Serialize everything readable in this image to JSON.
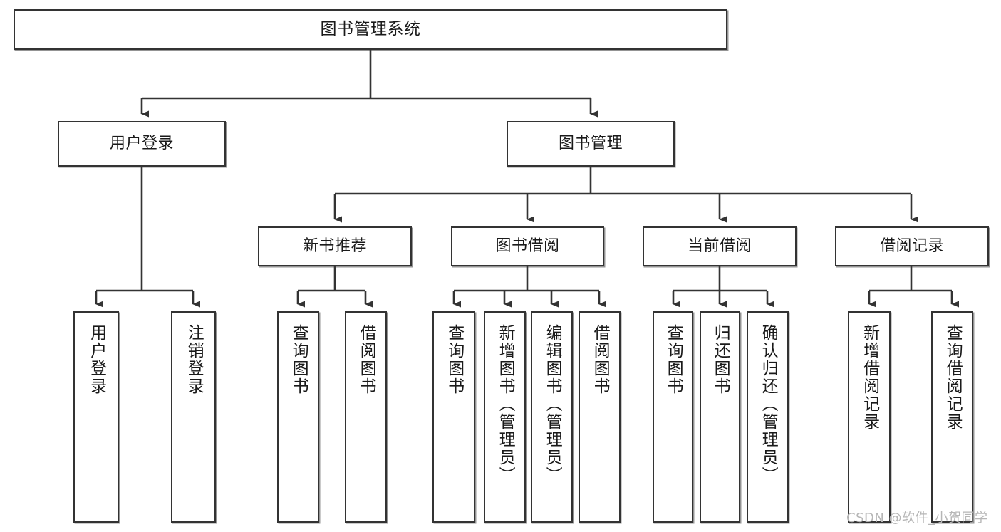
{
  "diagram": {
    "title": "图书管理系统",
    "type": "tree-hierarchy-diagram",
    "watermark": "CSDN @软件_小贺同学",
    "colors": {
      "background": "#ffffff",
      "node_border": "#333333",
      "node_fill": "#ffffff",
      "edge": "#333333",
      "text": "#1a1a1a",
      "watermark": "#b6b6b6"
    },
    "nodes": {
      "root": {
        "label": "图书管理系统"
      },
      "level2": [
        {
          "label": "用户登录"
        },
        {
          "label": "图书管理"
        }
      ],
      "level3": [
        {
          "label": "新书推荐"
        },
        {
          "label": "图书借阅"
        },
        {
          "label": "当前借阅"
        },
        {
          "label": "借阅记录"
        }
      ],
      "leaves": {
        "user_login": [
          {
            "label": "用户登录"
          },
          {
            "label": "注销登录"
          }
        ],
        "new_book_recommend": [
          {
            "label": "查询图书"
          },
          {
            "label": "借阅图书"
          }
        ],
        "book_borrow": [
          {
            "label": "查询图书"
          },
          {
            "label": "新增图书（管理员）"
          },
          {
            "label": "编辑图书（管理员）"
          },
          {
            "label": "借阅图书"
          }
        ],
        "current_borrow": [
          {
            "label": "查询图书"
          },
          {
            "label": "归还图书"
          },
          {
            "label": "确认归还（管理员）"
          }
        ],
        "borrow_record": [
          {
            "label": "新增借阅记录"
          },
          {
            "label": "查询借阅记录"
          }
        ]
      }
    }
  }
}
